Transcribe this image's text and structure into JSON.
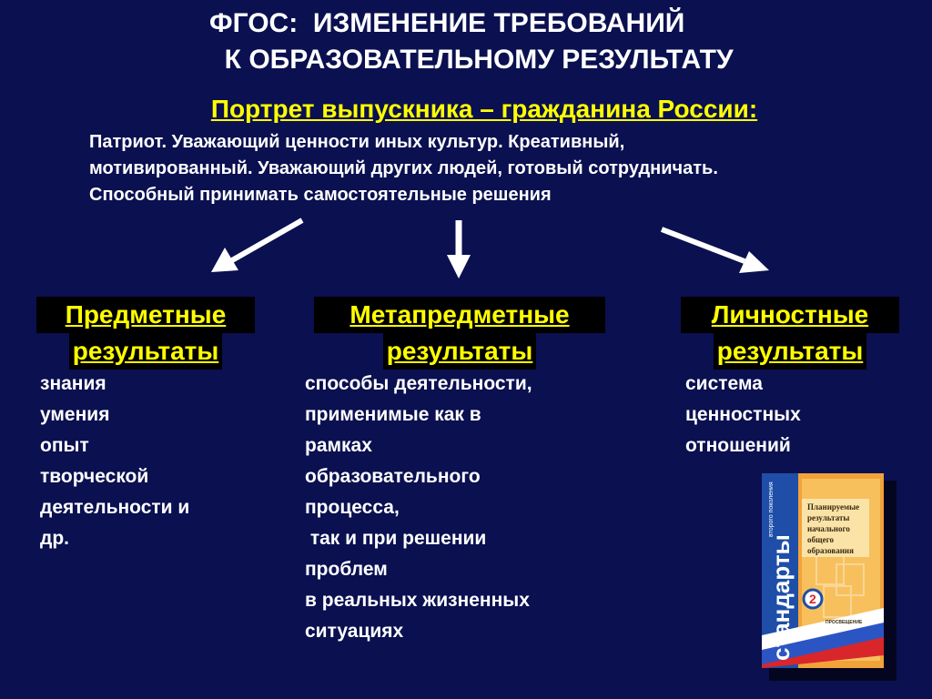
{
  "title": {
    "line1": "ФГОС:  ИЗМЕНЕНИЕ ТРЕБОВАНИЙ",
    "line2": "  К ОБРАЗОВАТЕЛЬНОМУ РЕЗУЛЬТАТУ"
  },
  "portrait": {
    "heading": "Портрет выпускника – гражданина России:",
    "lines": [
      "Патриот. Уважающий ценности иных культур. Креативный,",
      "мотивированный. Уважающий других людей, готовый сотрудничать.",
      "Способный принимать самостоятельные решения"
    ]
  },
  "columns": [
    {
      "heading1": "Предметные",
      "heading2": "результаты",
      "items": [
        "знания",
        "умения",
        "опыт",
        "творческой",
        "деятельности и",
        "др."
      ]
    },
    {
      "heading1": "Метапредметные",
      "heading2": "результаты",
      "items": [
        "способы деятельности,",
        "применимые как в",
        "рамках",
        "образовательного",
        "процесса,",
        " так и при решении",
        "проблем",
        "в реальных жизненных",
        "ситуациях"
      ]
    },
    {
      "heading1": "Личностные",
      "heading2": "результаты",
      "items": [
        "система",
        "ценностных",
        "отношений"
      ]
    }
  ],
  "book": {
    "spine_text": "стандарты",
    "spine_small": "второго поколения",
    "cover_title": [
      "Планируемые",
      "результаты",
      "начального",
      "общего",
      "образования"
    ],
    "publisher": "ПРОСВЕЩЕНИЕ"
  },
  "colors": {
    "background": "#0a1050",
    "accent": "#ffff00",
    "text": "#ffffff",
    "book_blue": "#1e4ea8",
    "book_orange": "#f2a23a"
  }
}
